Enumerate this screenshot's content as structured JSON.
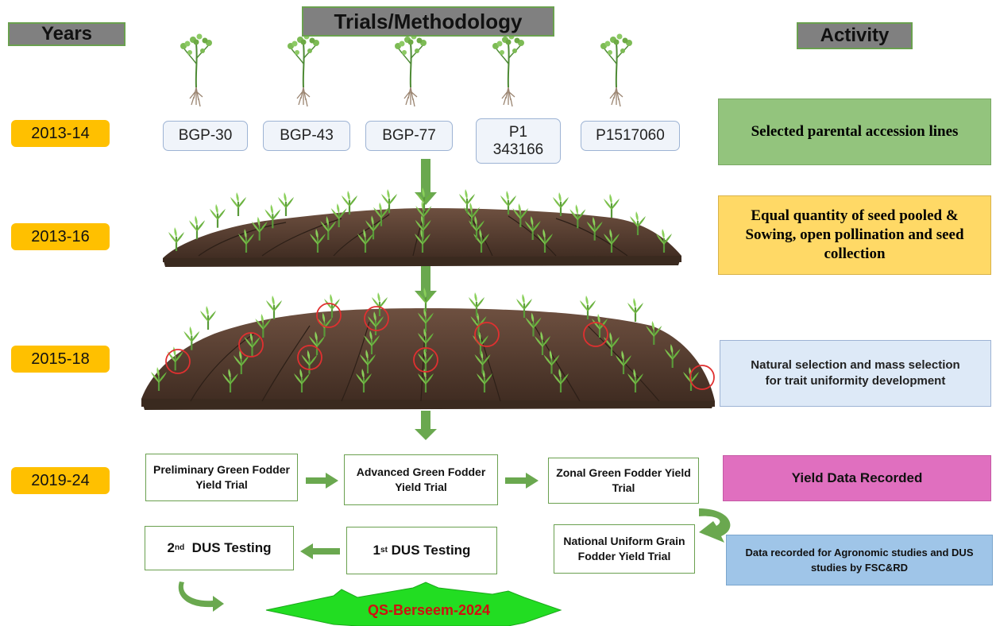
{
  "headers": {
    "years": "Years",
    "methodology": "Trials/Methodology",
    "activity": "Activity"
  },
  "years": [
    "2013-14",
    "2013-16",
    "2015-18",
    "2019-24"
  ],
  "accessions": [
    "BGP-30",
    "BGP-43",
    "BGP-77",
    "P1\n343166",
    "P1517060"
  ],
  "activities": {
    "a1": "Selected parental accession lines",
    "a2": "Equal quantity of seed pooled & Sowing, open pollination and seed collection",
    "a3": "Natural selection and mass selection for trait uniformity development",
    "a4": "Yield Data Recorded",
    "a5": "Data recorded for Agronomic studies and DUS studies  by FSC&RD"
  },
  "trials": {
    "t1": "Preliminary Green Fodder Yield Trial",
    "t2": "Advanced Green Fodder Yield Trial",
    "t3": "Zonal Green Fodder Yield Trial",
    "t4": "National Uniform Grain Fodder Yield Trial"
  },
  "dus": {
    "first_num": "1",
    "first_sup": "st",
    "first_text": " DUS Testing",
    "second_num": "2",
    "second_sup": "nd",
    "second_text": "  DUS Testing"
  },
  "variety": "QS-Berseem-2024",
  "colors": {
    "header_bg": "#808080",
    "year_bg": "#ffc000",
    "arrow": "#6aa84f",
    "activity_green": "#93c47d",
    "activity_orange": "#ffd966",
    "activity_lightblue": "#dde9f7",
    "activity_pink": "#e06fbf",
    "activity_blue": "#9fc5e8",
    "starburst": "#22dd22",
    "variety_text": "#d01010",
    "soil": "#5a4030",
    "circle": "#e03030"
  }
}
